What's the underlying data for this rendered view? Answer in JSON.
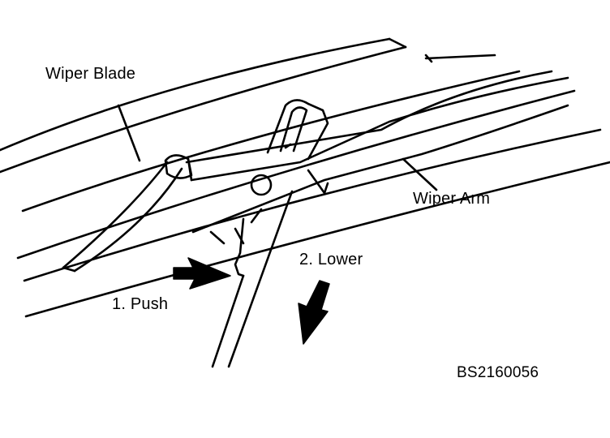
{
  "labels": {
    "wiper_blade": "Wiper Blade",
    "wiper_arm": "Wiper Arm",
    "step_push": "1. Push",
    "step_lower": "2. Lower",
    "figure_code": "BS2160056"
  },
  "colors": {
    "line": "#000000",
    "background": "#ffffff"
  }
}
